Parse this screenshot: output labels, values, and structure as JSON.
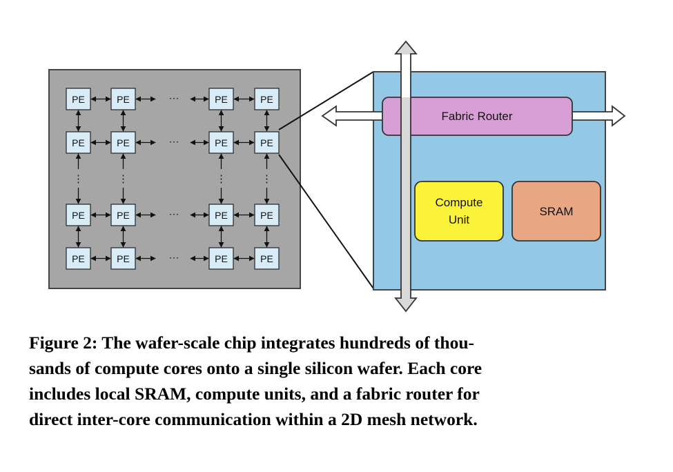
{
  "grid": {
    "pe_label": "PE",
    "ellipsis": "···",
    "vertical_ellipsis": "⋮"
  },
  "core": {
    "router_label": "Fabric Router",
    "compute_label_line1": "Compute",
    "compute_label_line2": "Unit",
    "sram_label": "SRAM"
  },
  "caption": {
    "text": "Figure 2: The wafer-scale chip integrates hundreds of thousands of compute cores onto a single silicon wafer. Each core includes local SRAM, compute units, and a fabric router for direct inter-core communication within a 2D mesh network.",
    "line1": "Figure 2: The wafer-scale chip integrates hundreds of thou-",
    "line2": "sands of compute cores onto a single silicon wafer. Each core",
    "line3": "includes local SRAM, compute units, and a fabric router for",
    "line4": "direct inter-core communication within a 2D mesh network."
  },
  "colors": {
    "wafer_bg": "#a6a6a6",
    "pe_fill": "#d7ecf7",
    "core_bg": "#93c9e6",
    "router_fill": "#d89fd6",
    "compute_fill": "#fbf23a",
    "sram_fill": "#e8a682",
    "arrow_fill": "#d9d9d9"
  }
}
